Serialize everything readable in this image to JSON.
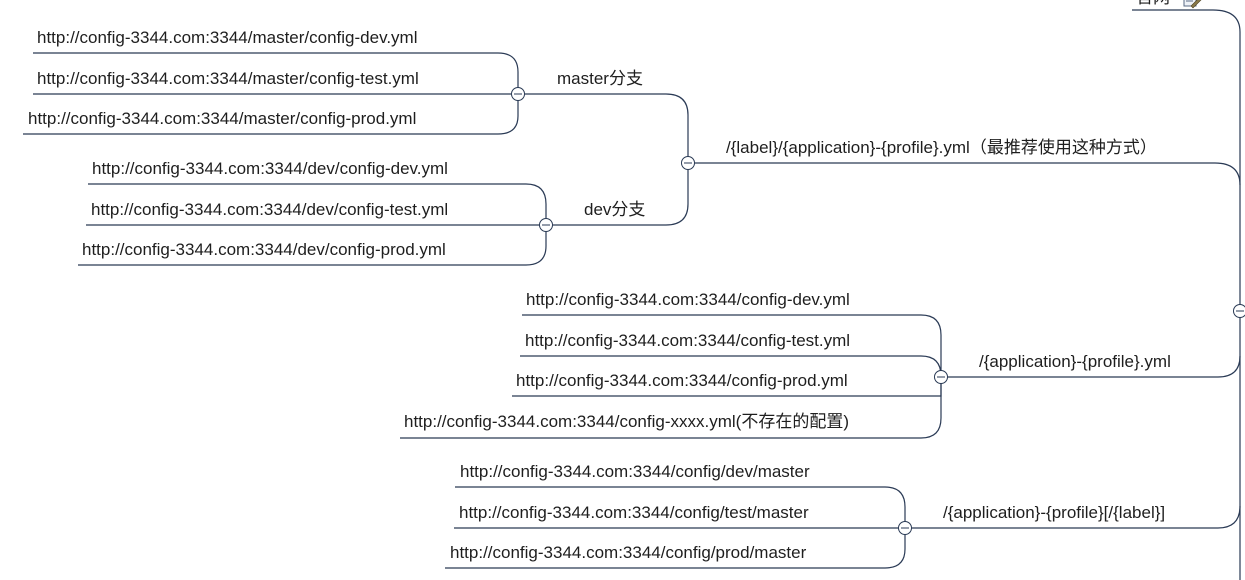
{
  "root": {
    "partial_label": "官网",
    "edit_icon": "edit-note-icon"
  },
  "branches": [
    {
      "label": "/{label}/{application}-{profile}.yml（最推荐使用这种方式）",
      "children": [
        {
          "label": "master分支",
          "children": [
            "http://config-3344.com:3344/master/config-dev.yml",
            "http://config-3344.com:3344/master/config-test.yml",
            "http://config-3344.com:3344/master/config-prod.yml"
          ]
        },
        {
          "label": "dev分支",
          "children": [
            "http://config-3344.com:3344/dev/config-dev.yml",
            "http://config-3344.com:3344/dev/config-test.yml",
            "http://config-3344.com:3344/dev/config-prod.yml"
          ]
        }
      ]
    },
    {
      "label": "/{application}-{profile}.yml",
      "children": [
        "http://config-3344.com:3344/config-dev.yml",
        "http://config-3344.com:3344/config-test.yml",
        "http://config-3344.com:3344/config-prod.yml",
        "http://config-3344.com:3344/config-xxxx.yml(不存在的配置)"
      ]
    },
    {
      "label": "/{application}-{profile}[/{label}]",
      "children": [
        "http://config-3344.com:3344/config/dev/master",
        "http://config-3344.com:3344/config/test/master",
        "http://config-3344.com:3344/config/prod/master"
      ]
    }
  ],
  "colors": {
    "line": "#2a3a55",
    "text": "#1e1e1e",
    "collapse_fill": "#ffffff"
  }
}
